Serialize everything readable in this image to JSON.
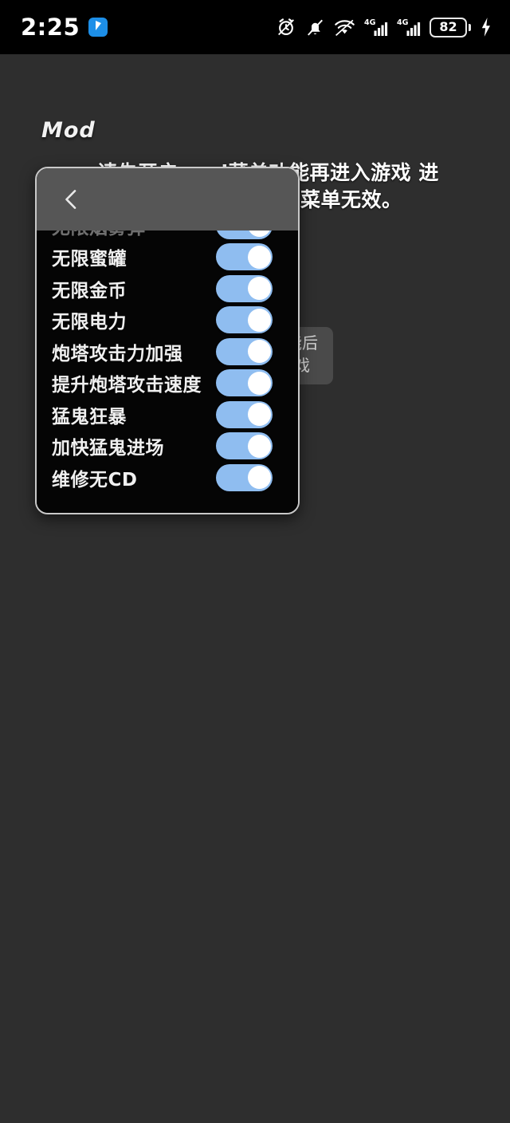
{
  "statusbar": {
    "time": "2:25",
    "app_icon": "navigation-app-icon",
    "icons": [
      {
        "name": "alarm-clock-icon"
      },
      {
        "name": "bell-muted-icon"
      },
      {
        "name": "wifi-icon"
      },
      {
        "name": "signal-4g-sim1-icon",
        "label": "4G"
      },
      {
        "name": "signal-4g-sim2-icon",
        "label": "4G"
      }
    ],
    "battery": {
      "percent": "82",
      "charging": true
    }
  },
  "background": {
    "title": "Mod",
    "notice": "请先开启mod菜单功能再进入游戏 进入游戏主界面后再开启菜单无效。",
    "tip": "开启想要功能后 点击进入游戏"
  },
  "panel": {
    "back_icon": "chevron-left-icon",
    "items": [
      {
        "label": "无限烟雾弹",
        "enabled": true,
        "clipped": true
      },
      {
        "label": "无限蜜罐",
        "enabled": true
      },
      {
        "label": "无限金币",
        "enabled": true
      },
      {
        "label": "无限电力",
        "enabled": true
      },
      {
        "label": "炮塔攻击力加强",
        "enabled": true
      },
      {
        "label": "提升炮塔攻击速度",
        "enabled": true
      },
      {
        "label": "猛鬼狂暴",
        "enabled": true
      },
      {
        "label": "加快猛鬼进场",
        "enabled": true
      },
      {
        "label": "维修无CD",
        "enabled": true
      }
    ]
  },
  "colors": {
    "page_bg": "#2e2e2e",
    "statusbar_bg": "#000000",
    "panel_header_bg": "#565656",
    "panel_body_bg": "#050505",
    "panel_border": "#c9c9c9",
    "toggle_on": "#8fbdf0",
    "toggle_knob": "#ffffff",
    "accent": "#1d8fe8"
  }
}
